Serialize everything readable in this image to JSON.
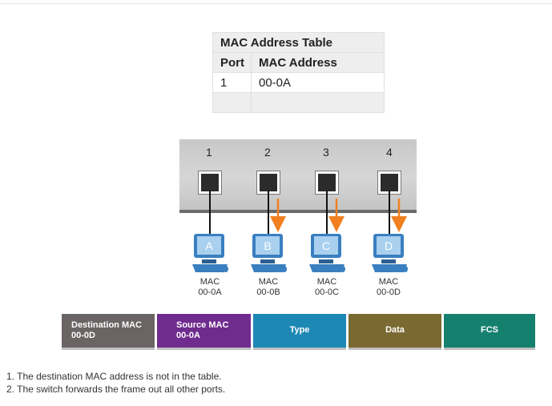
{
  "mac_table": {
    "title": "MAC Address Table",
    "col_port": "Port",
    "col_mac": "MAC Address",
    "rows": [
      {
        "port": "1",
        "mac": "00-0A"
      }
    ]
  },
  "switch": {
    "ports": [
      "1",
      "2",
      "3",
      "4"
    ]
  },
  "hosts": [
    {
      "name": "A",
      "mac_label": "MAC",
      "mac": "00-0A"
    },
    {
      "name": "B",
      "mac_label": "MAC",
      "mac": "00-0B"
    },
    {
      "name": "C",
      "mac_label": "MAC",
      "mac": "00-0C"
    },
    {
      "name": "D",
      "mac_label": "MAC",
      "mac": "00-0D"
    }
  ],
  "frame": {
    "dest": {
      "label": "Destination MAC",
      "value": "00-0D",
      "color": "#6b6464"
    },
    "src": {
      "label": "Source MAC",
      "value": "00-0A",
      "color": "#6f2b8e"
    },
    "type": {
      "label": "Type",
      "color": "#1e88b4"
    },
    "data": {
      "label": "Data",
      "color": "#7a6a32"
    },
    "fcs": {
      "label": "FCS",
      "color": "#16806f"
    }
  },
  "notes": [
    "1. The destination MAC address is not in the table.",
    "2. The switch forwards the frame out all other ports."
  ],
  "colors": {
    "arrow": "#f08020",
    "pc": "#3a7fc0"
  }
}
